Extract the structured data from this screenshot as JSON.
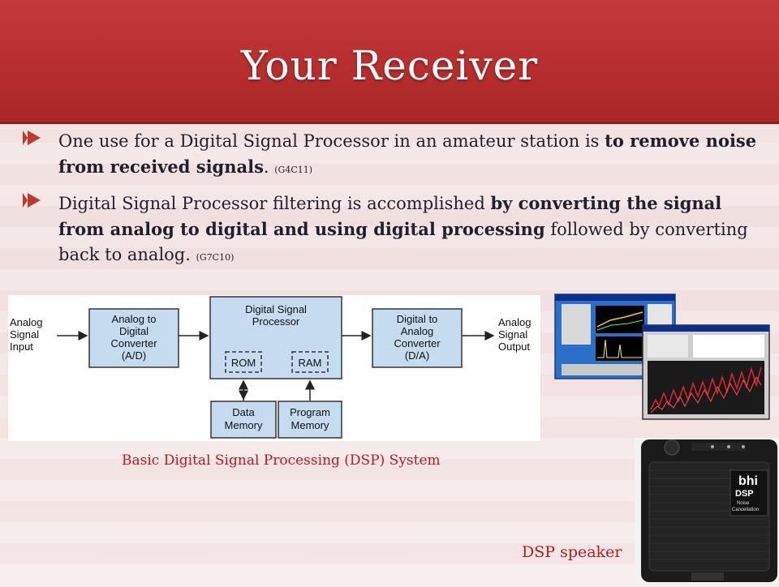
{
  "slide": {
    "title": "Your Receiver",
    "bullets": [
      {
        "text_a": "One use for a Digital Signal Processor in an amateur station is ",
        "bold": "to remove noise from received signals",
        "text_b": ". ",
        "ref": "(G4C11)"
      },
      {
        "text_a": "Digital Signal Processor filtering is accomplished ",
        "bold": "by converting the signal from analog to digital and using digital processing",
        "text_b": " followed by converting back to analog. ",
        "ref": "(G7C10)"
      }
    ]
  },
  "diagram": {
    "input_label": [
      "Analog",
      "Signal",
      "Input"
    ],
    "adc_label": [
      "Analog to",
      "Digital",
      "Converter",
      "(A/D)"
    ],
    "dsp_label": [
      "Digital Signal",
      "Processor"
    ],
    "rom_label": "ROM",
    "ram_label": "RAM",
    "dac_label": [
      "Digital to",
      "Analog",
      "Converter",
      "(D/A)"
    ],
    "output_label": [
      "Analog",
      "Signal",
      "Output"
    ],
    "data_memory_label": [
      "Data",
      "Memory"
    ],
    "program_memory_label": [
      "Program",
      "Memory"
    ],
    "caption": "Basic Digital Signal Processing (DSP) System"
  },
  "speaker": {
    "label": "DSP speaker",
    "brand": "bhi",
    "badge": [
      "DSP",
      "Noise",
      "Cancellation"
    ]
  },
  "colors": {
    "title_bar": "#b62d2d",
    "accent_text": "#b71c1c",
    "block_fill": "#c5dcf0"
  }
}
